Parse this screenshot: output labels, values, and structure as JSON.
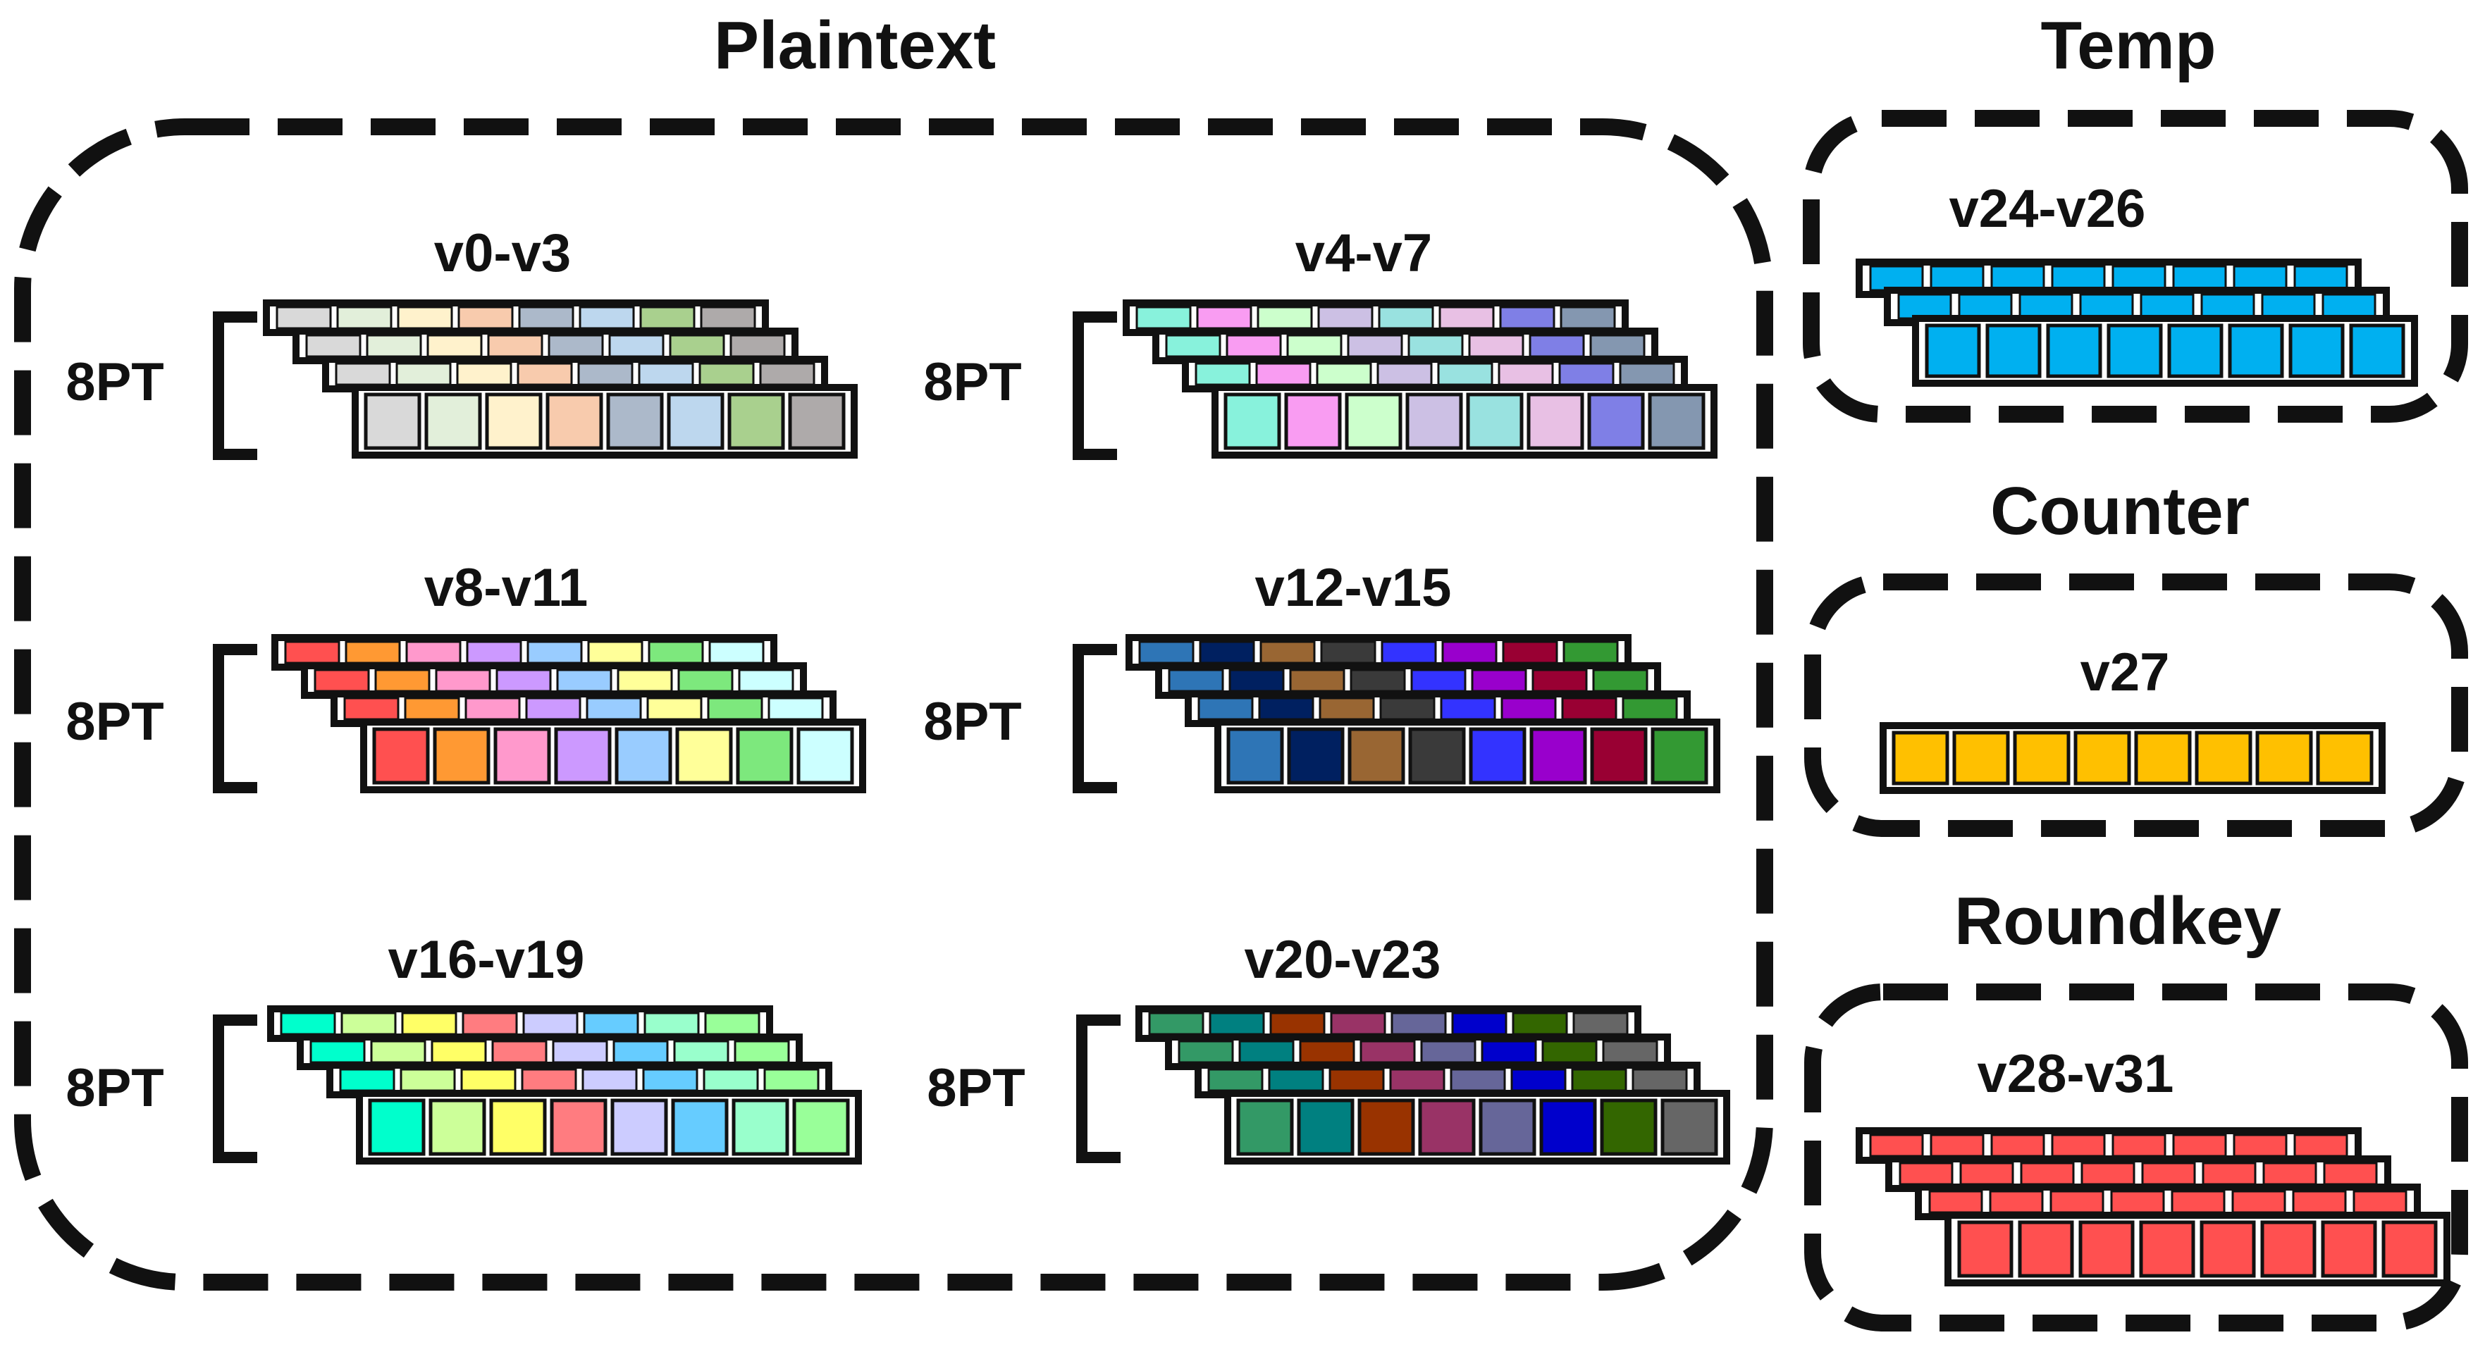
{
  "sections": {
    "plaintext": {
      "title": "Plaintext"
    },
    "temp": {
      "title": "Temp"
    },
    "counter": {
      "title": "Counter"
    },
    "roundkey": {
      "title": "Roundkey"
    }
  },
  "plaintext_groups": [
    {
      "label": "v0-v3",
      "bracket_label": "8PT",
      "colors": [
        "#d9d9d9",
        "#e2efda",
        "#fff2cc",
        "#f8cbad",
        "#acb9ca",
        "#bdd7ee",
        "#a9d08e",
        "#aeaaaa"
      ]
    },
    {
      "label": "v4-v7",
      "bracket_label": "8PT",
      "colors": [
        "#88f2dc",
        "#f99cf2",
        "#ccffcc",
        "#ccc0e4",
        "#99e2e0",
        "#e8c0e4",
        "#7f7fe6",
        "#8497b0"
      ]
    },
    {
      "label": "v8-v11",
      "bracket_label": "8PT",
      "colors": [
        "#ff5050",
        "#ff9933",
        "#ff99cc",
        "#cc99ff",
        "#99ccff",
        "#ffff99",
        "#7de87d",
        "#ccffff"
      ]
    },
    {
      "label": "v12-v15",
      "bracket_label": "8PT",
      "colors": [
        "#2e75b6",
        "#002060",
        "#996633",
        "#3a3a3a",
        "#3333ff",
        "#9900cc",
        "#990033",
        "#339933"
      ]
    },
    {
      "label": "v16-v19",
      "bracket_label": "8PT",
      "colors": [
        "#00ffcc",
        "#ccff99",
        "#ffff66",
        "#ff7c80",
        "#ccccff",
        "#66ccff",
        "#99ffcc",
        "#99ff99"
      ]
    },
    {
      "label": "v20-v23",
      "bracket_label": "8PT",
      "colors": [
        "#339966",
        "#008080",
        "#993300",
        "#993366",
        "#666699",
        "#0000cc",
        "#336600",
        "#666666"
      ]
    }
  ],
  "temp_group": {
    "label": "v24-v26",
    "color": "#00b0f0"
  },
  "counter_group": {
    "label": "v27",
    "color": "#ffc000"
  },
  "roundkey_group": {
    "label": "v28-v31",
    "color": "#ff5050"
  }
}
